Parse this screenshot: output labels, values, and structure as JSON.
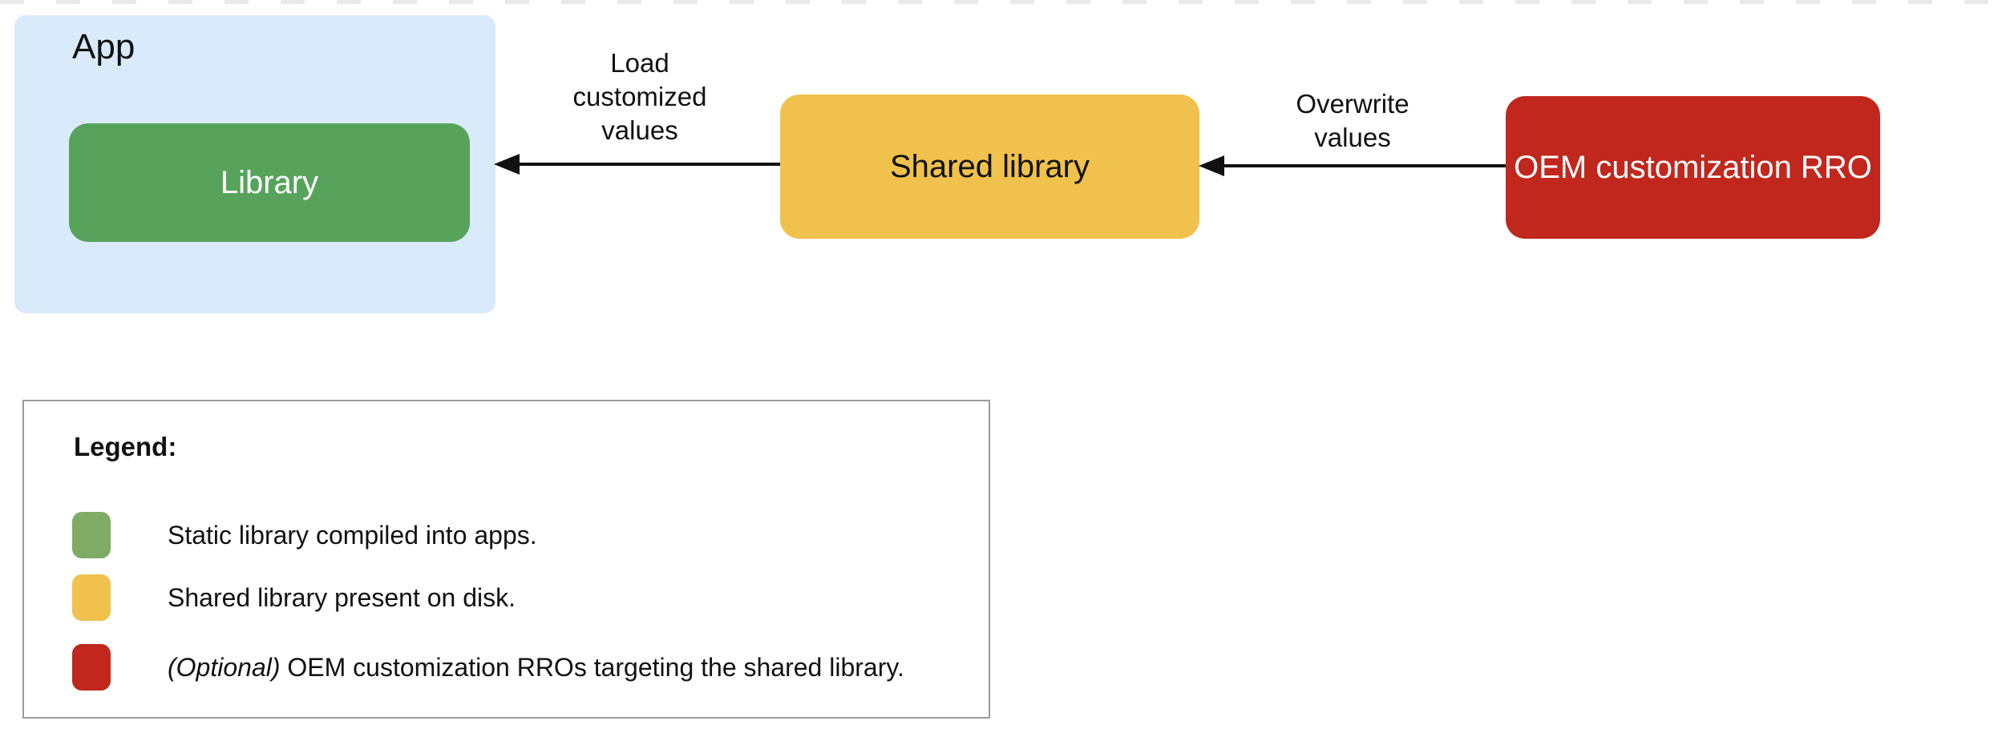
{
  "colors": {
    "app_group_fill": "#d9eafa",
    "library_fill": "#58a35c",
    "shared_library_fill": "#f0c14c",
    "oem_rro_fill": "#c1271d",
    "arrow": "#111111",
    "legend_border": "#9b9b9b",
    "top_dash": "#e9e9e9"
  },
  "diagram": {
    "app_group": {
      "label": "App"
    },
    "nodes": {
      "library": {
        "label": "Library",
        "fill": "#58a35c"
      },
      "shared_library": {
        "label": "Shared library",
        "fill": "#f0c14c"
      },
      "oem_rro": {
        "label": "OEM customization RRO",
        "fill": "#c1271d"
      }
    },
    "arrows": {
      "load": {
        "direction": "left",
        "from": "shared_library",
        "to": "library",
        "label_lines": [
          "Load",
          "customized",
          "values"
        ]
      },
      "overwrite": {
        "direction": "left",
        "from": "oem_rro",
        "to": "shared_library",
        "label_lines": [
          "Overwrite",
          "values"
        ]
      }
    }
  },
  "legend": {
    "title": "Legend:",
    "items": [
      {
        "swatch_color": "#7fab64",
        "text": "Static library compiled into apps."
      },
      {
        "swatch_color": "#f0c14c",
        "text": "Shared library present on disk."
      },
      {
        "swatch_color": "#c1271d",
        "italic_prefix": "(Optional)",
        "text": " OEM customization RROs targeting the shared library."
      }
    ]
  }
}
